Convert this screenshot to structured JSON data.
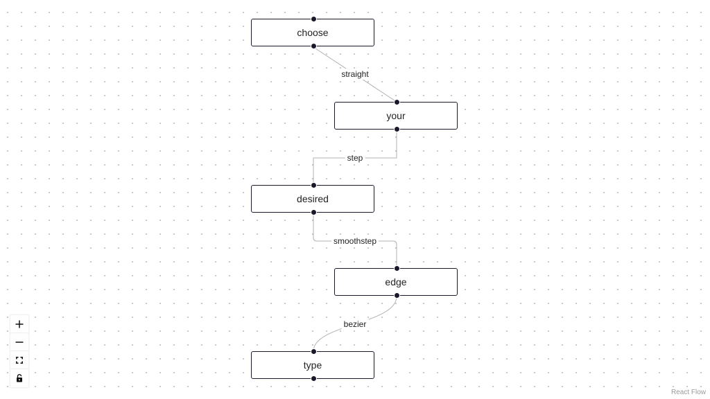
{
  "nodes": [
    {
      "id": "1",
      "label": "choose"
    },
    {
      "id": "2",
      "label": "your"
    },
    {
      "id": "3",
      "label": "desired"
    },
    {
      "id": "4",
      "label": "edge"
    },
    {
      "id": "5",
      "label": "type"
    }
  ],
  "edges": [
    {
      "from": "choose",
      "to": "your",
      "type": "straight",
      "label": "straight"
    },
    {
      "from": "your",
      "to": "desired",
      "type": "step",
      "label": "step"
    },
    {
      "from": "desired",
      "to": "edge",
      "type": "smoothstep",
      "label": "smoothstep"
    },
    {
      "from": "edge",
      "to": "type",
      "type": "bezier",
      "label": "bezier"
    }
  ],
  "controls": {
    "zoom_in": "plus-icon",
    "zoom_out": "minus-icon",
    "fit_view": "fit-view-icon",
    "lock": "lock-icon"
  },
  "attribution": "React Flow",
  "colors": {
    "node_border": "#1a192b",
    "handle": "#1a192b",
    "edge_stroke": "#b1b1b7",
    "background_dots": "#b9b9c3"
  }
}
